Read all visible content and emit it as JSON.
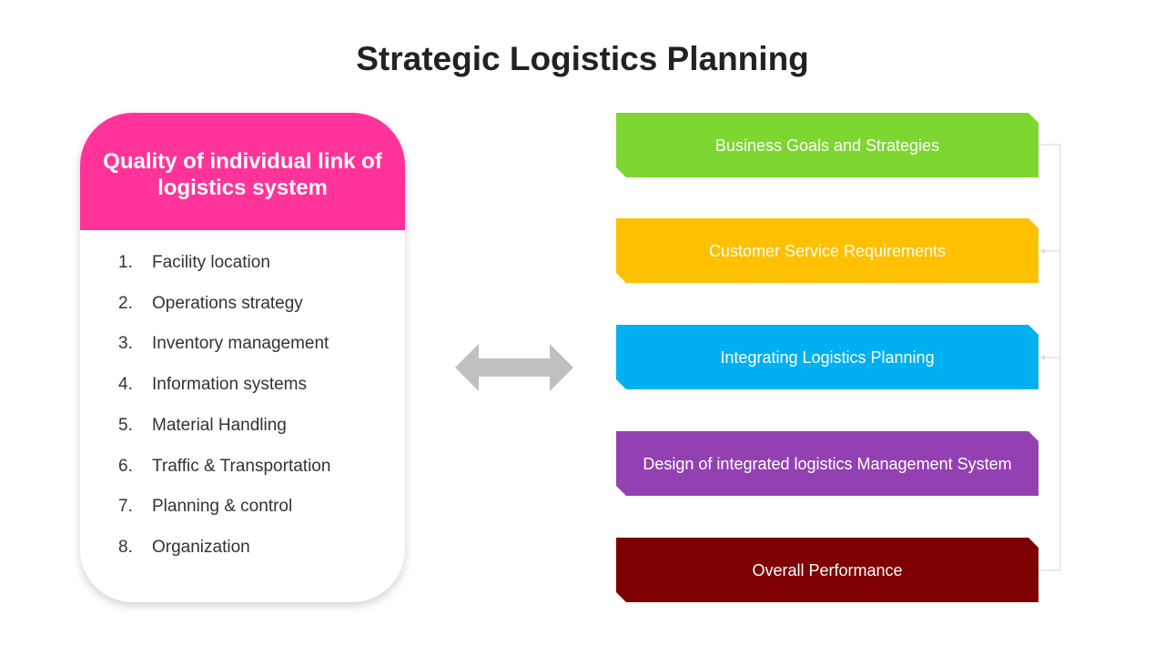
{
  "title": "Strategic Logistics Planning",
  "card": {
    "heading": "Quality of individual link of logistics system",
    "color": "#ff3399",
    "items": [
      {
        "num": "1.",
        "label": "Facility location"
      },
      {
        "num": "2.",
        "label": "Operations strategy"
      },
      {
        "num": "3.",
        "label": "Inventory management"
      },
      {
        "num": "4.",
        "label": "Information systems"
      },
      {
        "num": "5.",
        "label": "Material Handling"
      },
      {
        "num": "6.",
        "label": "Traffic & Transportation"
      },
      {
        "num": "7.",
        "label": "Planning & control"
      },
      {
        "num": "8.",
        "label": "Organization"
      }
    ]
  },
  "arrow_icon": "double-arrow-icon",
  "flow": [
    {
      "label": "Business Goals and Strategies",
      "color": "#7ed631"
    },
    {
      "label": "Customer Service Requirements",
      "color": "#ffc000"
    },
    {
      "label": "Integrating Logistics Planning",
      "color": "#00b0f0"
    },
    {
      "label": "Design of integrated logistics Management System",
      "color": "#9340b3"
    },
    {
      "label": "Overall Performance",
      "color": "#7f0000"
    }
  ]
}
